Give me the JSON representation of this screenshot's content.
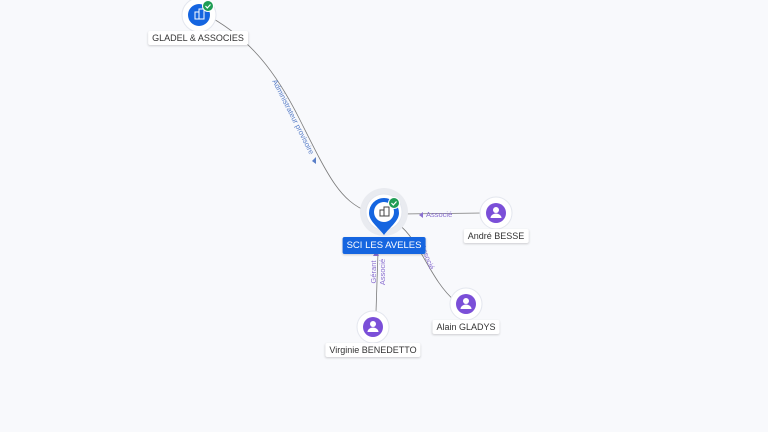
{
  "nodes": {
    "gladel": {
      "name": "GLADEL & ASSOCIES",
      "type": "company",
      "verified": true
    },
    "sci": {
      "name": "SCI LES AVELES",
      "type": "company",
      "verified": true,
      "focused": true
    },
    "andre": {
      "name": "André BESSE",
      "type": "person"
    },
    "alain": {
      "name": "Alain GLADYS",
      "type": "person"
    },
    "virginie": {
      "name": "Virginie BENEDETTO",
      "type": "person"
    }
  },
  "edges": {
    "gladel_sci": "Administrateur provisoire",
    "andre_sci": "Associé",
    "alain_sci": "Associé",
    "virginie_sci_1": "Gérant",
    "virginie_sci_2": "Associé"
  },
  "colors": {
    "company": "#1565e0",
    "person": "#7b4fd8",
    "verified": "#1f9d55",
    "edge_blue": "#5a7fc8",
    "edge_purple": "#8a6fd0"
  }
}
